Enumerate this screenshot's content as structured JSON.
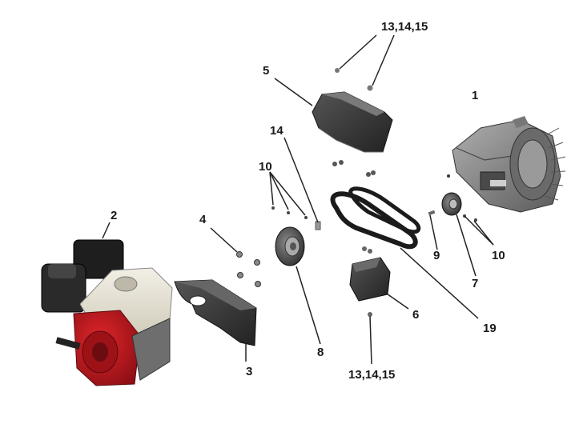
{
  "callouts": {
    "c1": "1",
    "c2": "2",
    "c3": "3",
    "c4": "4",
    "c5": "5",
    "c6": "6",
    "c7": "7",
    "c8": "8",
    "c9": "9",
    "c10a": "10",
    "c10b": "10",
    "c13a": "13,14,15",
    "c13b": "13,14,15",
    "c14": "14",
    "c19": "19"
  },
  "colors": {
    "engine_red": "#c8171d",
    "tank_cream": "#e7e3d6",
    "part_gray": "#3a3a3a",
    "housing_gray": "#8a8a8a",
    "line": "#222222"
  },
  "icons": {
    "engine": "engine-icon",
    "belt": "belt-icon",
    "pulley": "pulley-icon"
  }
}
